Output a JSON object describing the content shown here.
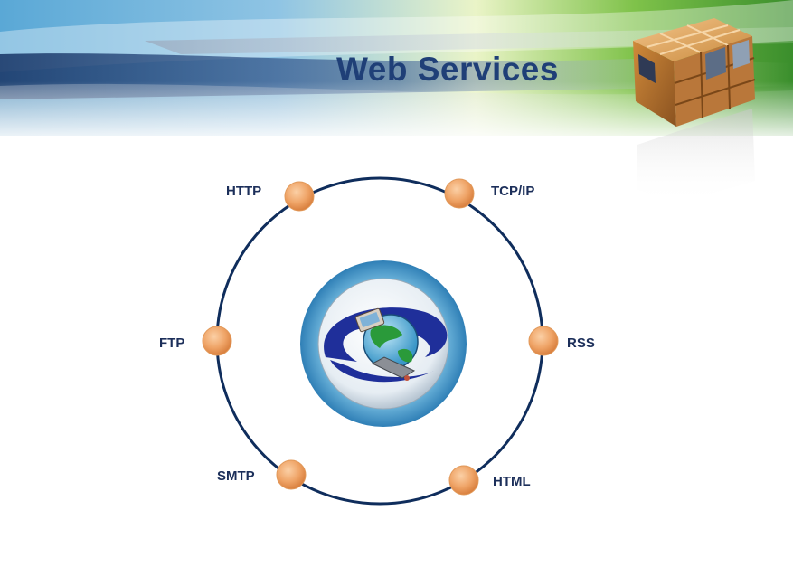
{
  "slide": {
    "title": "Web Services"
  },
  "protocols": [
    {
      "label": "HTTP"
    },
    {
      "label": "TCP/IP"
    },
    {
      "label": "FTP"
    },
    {
      "label": "RSS"
    },
    {
      "label": "SMTP"
    },
    {
      "label": "HTML"
    }
  ],
  "colors": {
    "title": "#1f3f77",
    "ring": "#0f2d5c",
    "node": "#efa467",
    "center_ring": "#3e93c4"
  },
  "icons": {
    "center": "globe-computer-icon",
    "decoration": "photo-cube-icon"
  }
}
